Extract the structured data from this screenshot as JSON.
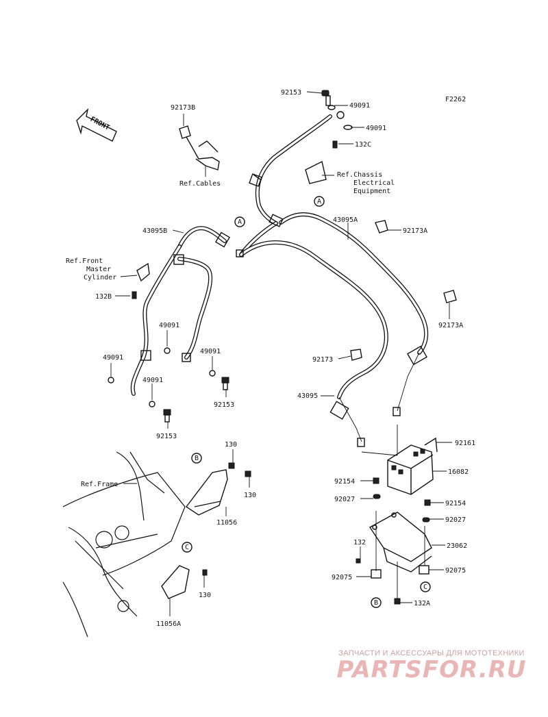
{
  "figure_code": "F2262",
  "front_label": "FRONT",
  "labels": {
    "p92153_top": "92153",
    "p49091_a": "49091",
    "p49091_b": "49091",
    "p132C": "132C",
    "ref_chassis_1": "Ref.Chassis",
    "ref_chassis_2": "Electrical",
    "ref_chassis_3": "Equipment",
    "p92173B": "92173B",
    "ref_cables": "Ref.Cables",
    "p43095B": "43095B",
    "p43095A": "43095A",
    "p92173A_top": "92173A",
    "p92173A_mid": "92173A",
    "ref_front_1": "Ref.Front",
    "ref_front_2": "Master",
    "ref_front_3": "Cylinder",
    "p132B": "132B",
    "p49091_c": "49091",
    "p49091_d": "49091",
    "p49091_e": "49091",
    "p49091_f": "49091",
    "p92153_mid": "92153",
    "p92153_bot": "92153",
    "p92173": "92173",
    "p43095": "43095",
    "p92161": "92161",
    "p16082": "16082",
    "p92154_l": "92154",
    "p92154_r": "92154",
    "p92027_l": "92027",
    "p92027_r": "92027",
    "p23062": "23062",
    "p132": "132",
    "p92075_l": "92075",
    "p92075_r": "92075",
    "p132A": "132A",
    "p130_a": "130",
    "p130_b": "130",
    "p130_c": "130",
    "p11056": "11056",
    "p11056A": "11056A",
    "ref_frame": "Ref.Frame"
  },
  "callouts": {
    "A1": "A",
    "A2": "A",
    "B1": "B",
    "B2": "B",
    "C1": "C",
    "C2": "C"
  },
  "watermark": {
    "tagline": "ЗАПЧАСТИ И АКСЕССУАРЫ ДЛЯ МОТОТЕХНИКИ",
    "logo": "PARTSFOR.RU"
  }
}
